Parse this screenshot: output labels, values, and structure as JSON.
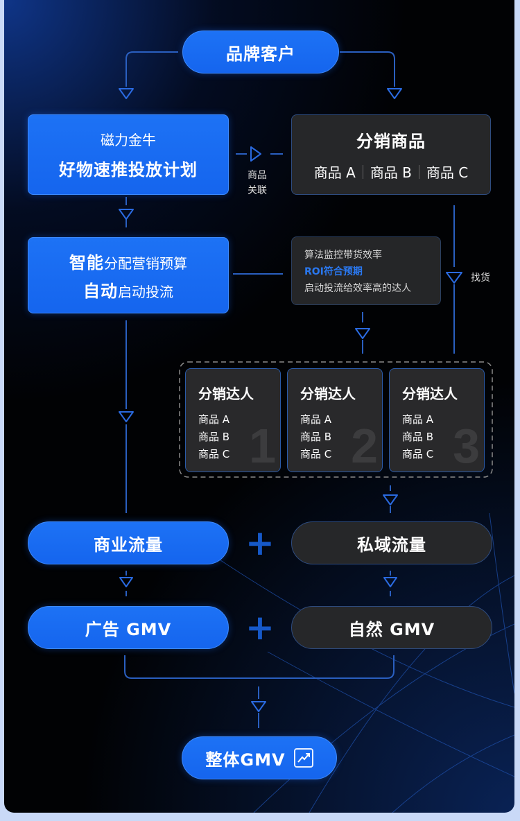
{
  "diagram": {
    "top_node": {
      "label": "品牌客户"
    },
    "left_main": {
      "line1": "磁力金牛",
      "line2": "好物速推投放计划"
    },
    "right_main": {
      "title": "分销商品",
      "items": [
        "商品 A",
        "商品 B",
        "商品 C"
      ]
    },
    "link_label": {
      "line1": "商品",
      "line2": "关联"
    },
    "left_budget": {
      "line1_bold": "智能",
      "line1_rest": "分配营销预算",
      "line2_bold": "自动",
      "line2_rest": "启动投流"
    },
    "algo_box": {
      "line1": "算法监控带货效率",
      "line2": "ROI符合预期",
      "line3": "启动投流给效率高的达人"
    },
    "find_goods_label": "找货",
    "creators": [
      {
        "title": "分销达人",
        "items": [
          "商品 A",
          "商品 B",
          "商品 C"
        ],
        "index": "1"
      },
      {
        "title": "分销达人",
        "items": [
          "商品 A",
          "商品 B",
          "商品 C"
        ],
        "index": "2"
      },
      {
        "title": "分销达人",
        "items": [
          "商品 A",
          "商品 B",
          "商品 C"
        ],
        "index": "3"
      }
    ],
    "commercial_traffic": "商业流量",
    "private_traffic": "私域流量",
    "ad_gmv": "广告 GMV",
    "natural_gmv": "自然 GMV",
    "plus_symbol": "+",
    "total_gmv": "整体GMV",
    "total_icon": "trend-chart-icon"
  },
  "colors": {
    "accent_blue": "#1a6cf2",
    "dark_box": "#262729",
    "line_blue": "#2a5fc0",
    "highlight_text": "#2a78f0",
    "background": "#010204"
  }
}
